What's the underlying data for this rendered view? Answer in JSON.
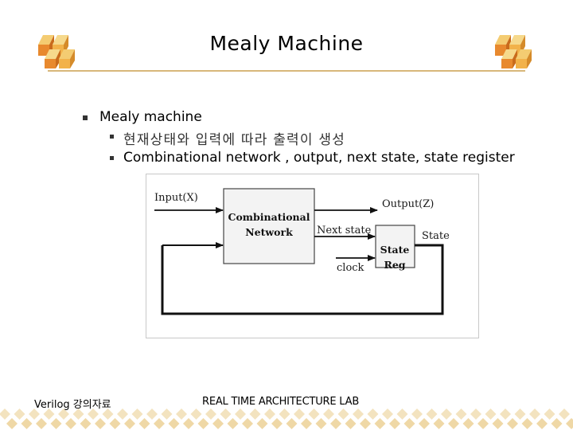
{
  "slide": {
    "title": "Mealy Machine",
    "bullets": {
      "level1": "Mealy machine",
      "level2": [
        "현재상태와 입력에 따라 출력이 생성",
        "Combinational network , output, next state, state register"
      ]
    }
  },
  "diagram": {
    "input_label": "Input(X)",
    "output_label": "Output(Z)",
    "comb_block_line1": "Combinational",
    "comb_block_line2": "Network",
    "next_state_label": "Next state",
    "state_label": "State",
    "reg_block_line1": "State",
    "reg_block_line2": "Reg",
    "clock_label": "clock",
    "label_color": "#1f3f9a"
  },
  "footer": {
    "left": "Verilog 강의자료",
    "center": "REAL TIME ARCHITECTURE LAB"
  },
  "colors": {
    "accent_orange": "#e8892e",
    "accent_yellow": "#f2c15a",
    "rule": "#d8b77a",
    "block_fill": "#f3f3f3"
  },
  "icons": {
    "logo": "stacked-cubes-logo",
    "footer_pattern": "diamond-pattern"
  }
}
